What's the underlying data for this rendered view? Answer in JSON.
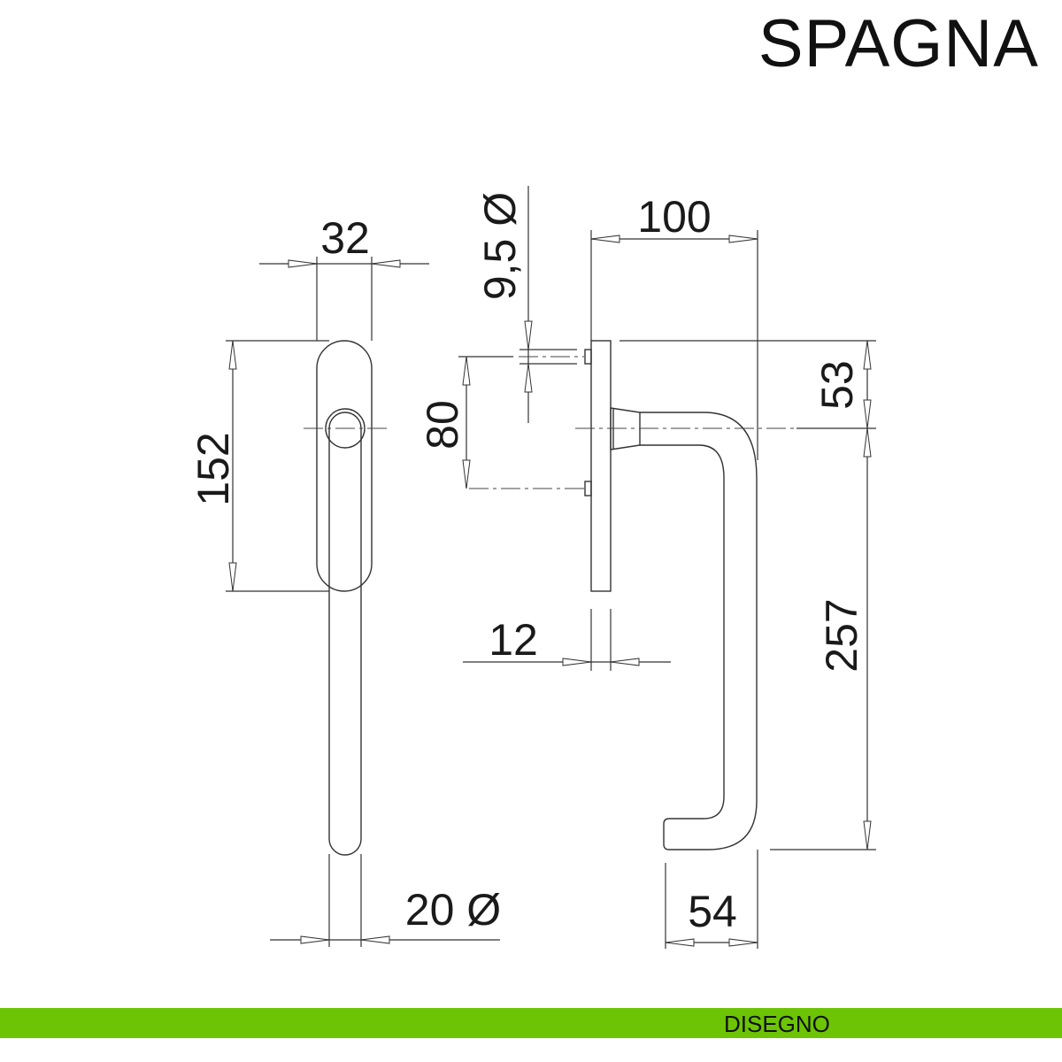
{
  "header": {
    "title": "SPAGNA"
  },
  "footer": {
    "label": "DISEGNO"
  },
  "dimensions": {
    "width_plate": "32",
    "height_plate": "152",
    "lever_diameter": "20 Ø",
    "pin_diameter": "9,5 Ø",
    "projection": "100",
    "screw_spacing": "80",
    "top_offset": "53",
    "plate_thickness": "12",
    "lever_length": "257",
    "grip_width": "54"
  },
  "colors": {
    "accent": "#6cc404"
  }
}
